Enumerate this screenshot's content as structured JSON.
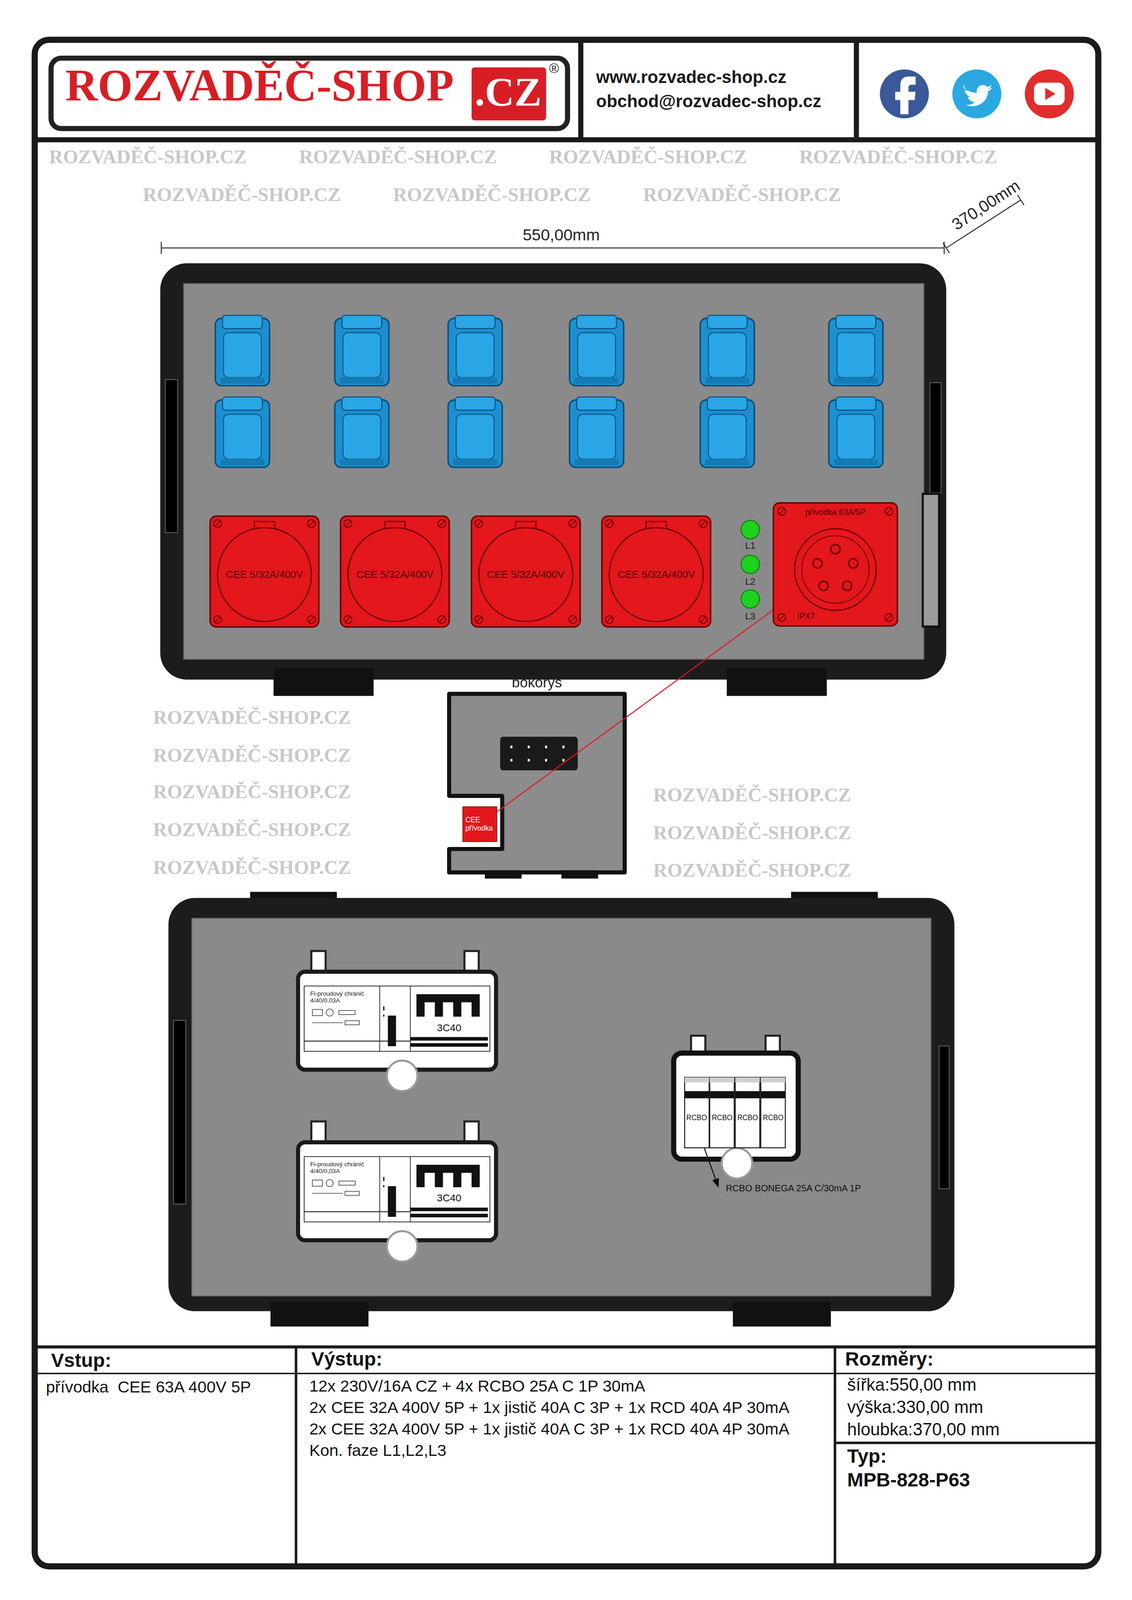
{
  "diagram": {
    "nodes": [
      {
        "text": [
          "CEE 5/32A/400V"
        ]
      },
      {
        "text": [
          "CEE 5/32A/400V"
        ]
      },
      {
        "text": [
          "CEE 5/32A/400V"
        ]
      },
      {
        "text": [
          "CEE 5/32A/400V"
        ]
      },
      {
        "text": [
          "přívodka 63A/5P",
          "IPX7"
        ]
      },
      {
        "text": [
          "bokorys"
        ]
      },
      {
        "text": [
          "CEE přívodka"
        ],
        "in": 5
      },
      {
        "text": [
          "Fi-proudový chránič 4/40/0,03A",
          "3C40"
        ]
      },
      {
        "text": [
          "RCBO"
        ]
      },
      {
        "text": [
          "RCBO"
        ]
      },
      {
        "text": [
          "RCBO"
        ]
      },
      {
        "text": [
          "RCBO"
        ]
      },
      {
        "text": [
          "Fi-proudový chránič 4/40/0,03A",
          "3C40"
        ]
      }
    ],
    "edges": [
      {
        "from": 4,
        "to": 6,
        "arrow": "none"
      }
    ],
    "labels": [
      "ROZVADĚČ-SHOP",
      ".CZ",
      "®",
      "www.rozvadec-shop.cz",
      "obchod@rozvadec-shop.cz",
      "550,00mm",
      "370,00mm",
      "L1",
      "L2",
      "L3",
      "RCBO BONEGA 25A C/30mA 1P",
      "Vstup:",
      "přívodka  CEE 63A 400V 5P",
      "Výstup:",
      "12x 230V/16A CZ + 4x RCBO 25A C 1P 30mA",
      "2x CEE 32A 400V 5P + 1x jistič 40A C 3P + 1x RCD 40A 4P 30mA",
      "2x CEE 32A 400V 5P + 1x jistič 40A C 3P + 1x RCD 40A 4P 30mA",
      "Kon. faze L1,L2,L3",
      "Rozměry:",
      "šířka:550,00 mm",
      "výška:330,00 mm",
      "hloubka:370,00 mm",
      "Typ:",
      "MPB-828-P63",
      "ROZVADĚČ-SHOP.CZ",
      "ROZVADĚČ-SHOP.CZ",
      "ROZVADĚČ-SHOP.CZ",
      "ROZVADĚČ-SHOP.CZ",
      "ROZVADĚČ-SHOP.CZ",
      "ROZVADĚČ-SHOP.CZ",
      "ROZVADĚČ-SHOP.CZ",
      "ROZVADĚČ-SHOP.CZ",
      "ROZVADĚČ-SHOP.CZ",
      "ROZVADĚČ-SHOP.CZ",
      "ROZVADĚČ-SHOP.CZ",
      "ROZVADĚČ-SHOP.CZ",
      "ROZVADĚČ-SHOP.CZ",
      "ROZVADĚČ-SHOP.CZ",
      "ROZVADĚČ-SHOP.CZ"
    ]
  }
}
